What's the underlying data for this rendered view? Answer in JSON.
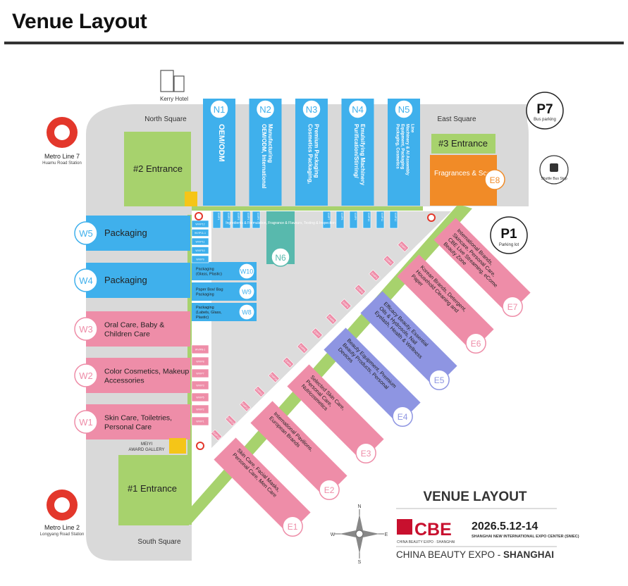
{
  "page_title": "Venue Layout",
  "colors": {
    "blue": "#3fb0ec",
    "pink": "#ee8da8",
    "purple": "#8e95e2",
    "green": "#a7d26d",
    "teal": "#58b9ad",
    "orange": "#f18b27",
    "gray": "#d8d8d8",
    "yellow": "#f5c518",
    "metro_red": "#e3372b"
  },
  "places": {
    "kerry_hotel": "Kerry Hotel",
    "north_square": "North Square",
    "east_square": "East Square",
    "south_square": "South Square",
    "p7": "P7",
    "p7_sub": "Bus parking",
    "p1": "P1",
    "p1_sub": "Parking lot",
    "shuttle": "Shuttle Bus Stop",
    "metro7_line": "Metro Line 7",
    "metro7_station": "Huamu Road Station",
    "metro2_line": "Metro Line 2",
    "metro2_station": "Longyang Road Station"
  },
  "entrances": {
    "e1": "#1 Entrance",
    "e2": "#2 Entrance",
    "e3": "#3 Entrance"
  },
  "meiyi": {
    "line1": "MEIYI",
    "line2": "AWARD GALLERY"
  },
  "halls_north": [
    {
      "id": "N1",
      "text": "OEM/ODM"
    },
    {
      "id": "N2",
      "text": "OEM/ODM, International Manufacturing"
    },
    {
      "id": "N3",
      "text": "Cosmetics Packaging, Premium Packaging"
    },
    {
      "id": "N4",
      "text": "Purification/Stirring/ Emulsifying Machinery"
    },
    {
      "id": "N5",
      "text": "Packaging, Cosmetics Equipment, Packaging Machinery & AI Assembly Line"
    }
  ],
  "hall_n6": {
    "id": "N6",
    "text": "Ingredients & Formulation, Fragrance & Flavours, Testing & Inspection"
  },
  "hall_e8": {
    "id": "E8",
    "text": "Fragrances & Scent"
  },
  "halls_west": [
    {
      "id": "W5",
      "text": "Packaging"
    },
    {
      "id": "W4",
      "text": "Packaging"
    },
    {
      "id": "W3",
      "text": "Oral Care, Baby & Children Care"
    },
    {
      "id": "W2",
      "text": "Color Cosmetics, Makeup Accessories"
    },
    {
      "id": "W1",
      "text": "Skin Care, Toiletries, Personal Care"
    }
  ],
  "halls_inner_west": [
    {
      "id": "W10",
      "text": "Packaging (Glass, Plastic)"
    },
    {
      "id": "W9",
      "text": "Paper Box/ Bag Packaging"
    },
    {
      "id": "W8",
      "text": "Packaging (Labels, Glass, Plastic)"
    }
  ],
  "halls_east": [
    {
      "id": "E1",
      "text": "Skin Care, Facial Masks, Personal Care, Men Care"
    },
    {
      "id": "E2",
      "text": "International Pavilions, European Brands"
    },
    {
      "id": "E3",
      "text": "Selected Skin Care, Personal Care, Nutricosmetics"
    },
    {
      "id": "E4",
      "text": "Beauty Equipment, Premium Beauty Products, Personal Devices"
    },
    {
      "id": "E5",
      "text": "Efficacy Beauty, Essential Oils & Hydrosols, Nail Eyelash, Health & Wellness"
    },
    {
      "id": "E6",
      "text": "Korean Brands, Detergent, Household Cleaning and Paper"
    },
    {
      "id": "E7",
      "text": "International Brands, Skincare, Personal Care, CBE Live Streaming, eCome Beauty Zone"
    }
  ],
  "vip_west": [
    "WVIP12",
    "WVIP11-1",
    "WVIP11",
    "WVIP10",
    "WVIP9"
  ],
  "vip_west_lower": [
    "WVIP8-1",
    "WVIP8",
    "WVIP7",
    "WVIP3",
    "WVIP5",
    "WVIP2",
    "WVIP1"
  ],
  "vip_north": [
    "NVIP1",
    "NVIP2",
    "NVIP3",
    "NVIP4",
    "NVIP5",
    "NVIP7",
    "NVIP8",
    "NVIP9",
    "NVIP10",
    "NVIP11",
    "NVIP12"
  ],
  "vip_east": [
    "EVIP1",
    "EVIP2",
    "EVIP3",
    "EVIP4",
    "EVIP5",
    "EVIP6",
    "EVIP7",
    "EVIP8",
    "EVIP9",
    "EVIP10",
    "EVIP11",
    "EVIP12",
    "EVIP13",
    "EVIP14"
  ],
  "legend": {
    "title": "VENUE LAYOUT",
    "date": "2026.5.12-14",
    "cbe": "CBE",
    "cbe_sub": "CHINA BEAUTY EXPO · SHANGHAI",
    "venue": "SHANGHAI NEW INTERNATIONAL EXPO CENTER (SNIEC)",
    "tagline_a": "CHINA BEAUTY EXPO - ",
    "tagline_b": "SHANGHAI"
  },
  "compass": {
    "n": "N",
    "s": "S",
    "e": "E",
    "w": "W"
  }
}
